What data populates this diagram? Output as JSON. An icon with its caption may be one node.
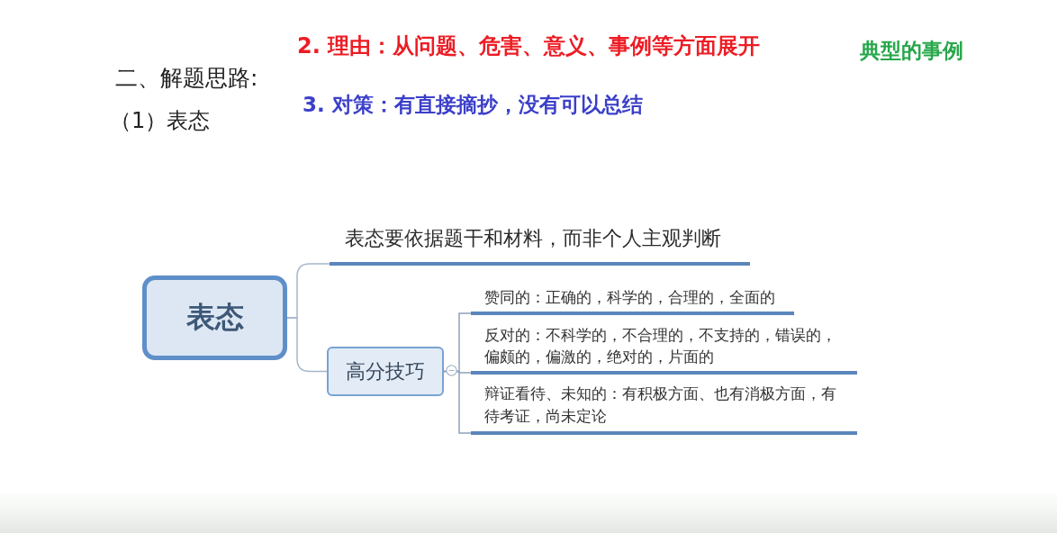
{
  "diagram": {
    "nodes": [
      {
        "text": [
          "表态"
        ]
      },
      {
        "text": [
          "表态要依据题干和材料，而非个人主观判断"
        ]
      },
      {
        "text": [
          "高分技巧"
        ]
      },
      {
        "text": [
          "赞同的：正确的，科学的，合理的，全面的"
        ]
      },
      {
        "text": [
          "反对的：不科学的，不合理的，不支持的，错误的，偏颇的，偏激的，绝对的，片面的"
        ]
      },
      {
        "text": [
          "辩证看待、未知的：有积极方面、也有消极方面，有待考证，尚未定论"
        ]
      }
    ],
    "edges": [
      {
        "from": 0,
        "to": 1,
        "arrow": "none"
      },
      {
        "from": 0,
        "to": 2,
        "arrow": "none"
      },
      {
        "from": 2,
        "to": 3,
        "arrow": "none"
      },
      {
        "from": 2,
        "to": 4,
        "arrow": "none"
      },
      {
        "from": 2,
        "to": 5,
        "arrow": "none"
      }
    ],
    "labels": [
      "2. 理由：从问题、危害、意义、事例等方面展开",
      "典型的事例",
      "二、解题思路:",
      "3. 对策：有直接摘抄，没有可以总结",
      "（1）表态"
    ]
  }
}
